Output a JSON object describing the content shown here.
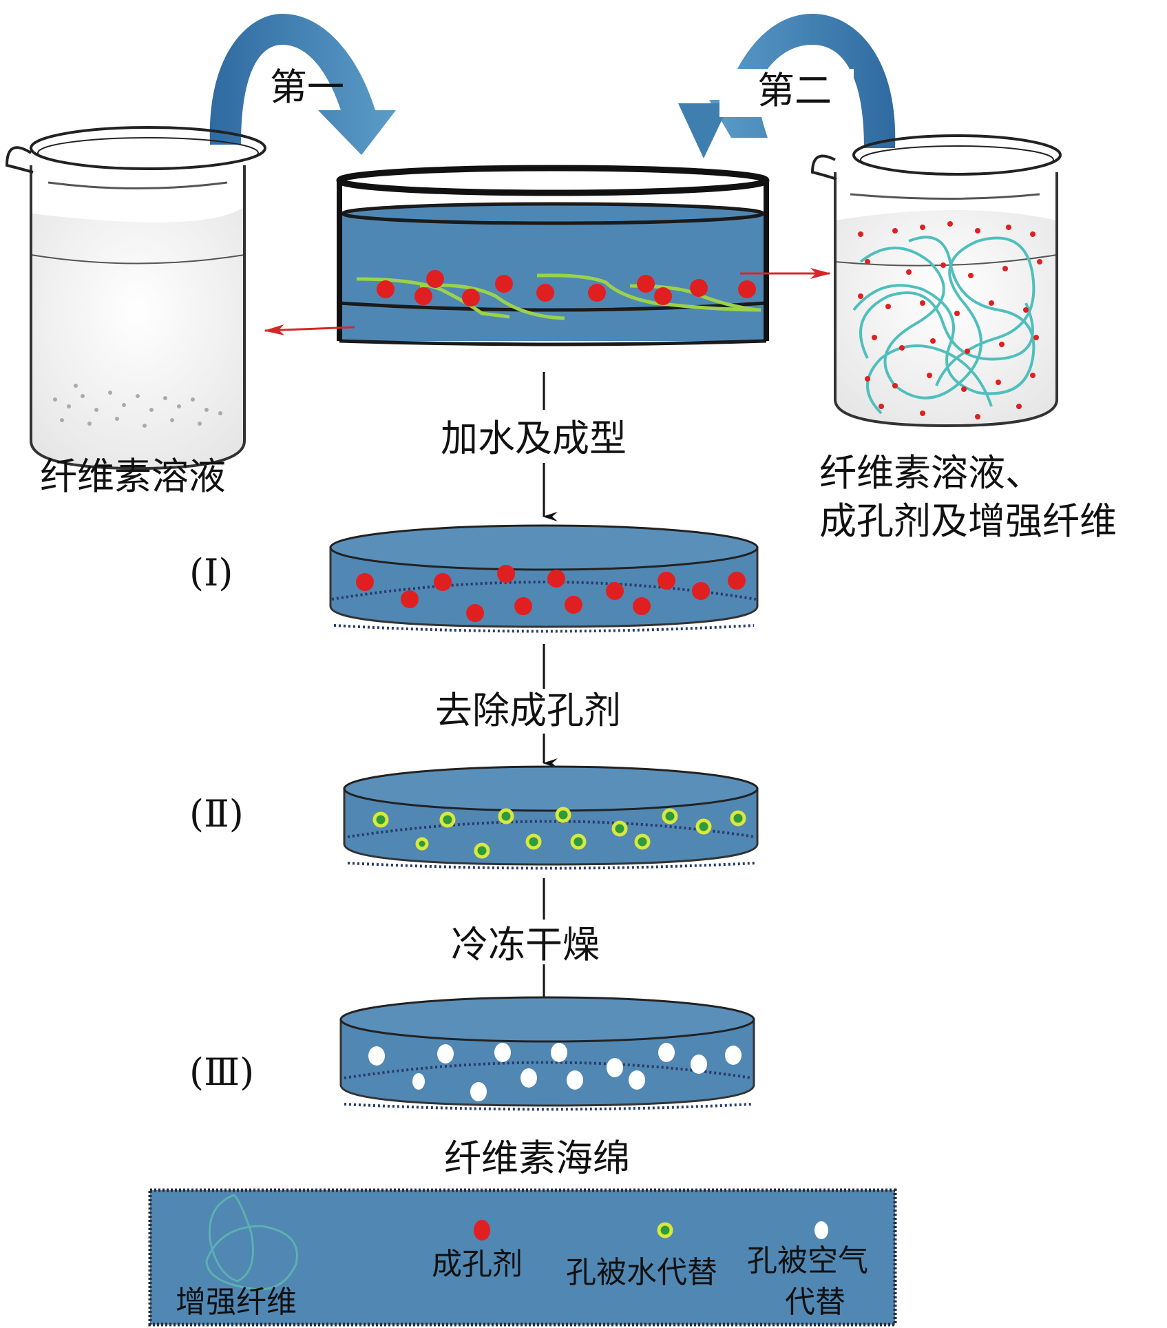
{
  "diagram": {
    "steps": {
      "first": "第一",
      "second": "第二"
    },
    "beakers": {
      "left_label": "纤维素溶液",
      "right_label_line1": "纤维素溶液、",
      "right_label_line2": "成孔剂及增强纤维"
    },
    "process": [
      {
        "label": "加水及成型"
      },
      {
        "label": "去除成孔剂"
      },
      {
        "label": "冷冻干燥"
      }
    ],
    "stages": [
      {
        "numeral": "(Ⅰ)"
      },
      {
        "numeral": "(Ⅱ)"
      },
      {
        "numeral": "(Ⅲ)"
      }
    ],
    "result_label": "纤维素海绵",
    "legend": [
      {
        "label": "增强纤维",
        "icon": "fiber-icon"
      },
      {
        "label": "成孔剂",
        "icon": "red-dot-icon"
      },
      {
        "label": "孔被水代替",
        "icon": "green-ring-dot-icon"
      },
      {
        "label_line1": "孔被空气",
        "label_line2": "代替",
        "icon": "white-dot-icon"
      }
    ],
    "colors": {
      "dish_blue": "#4f87b4",
      "arrow_blue": "#3f7fb0",
      "porogen_red": "#e02020",
      "fiber_green": "#9bd24b",
      "fiber_teal": "#4fbfbd",
      "water_pore_yellow": "#d8e83c",
      "water_pore_green": "#2e9a3c",
      "air_pore_white": "#ffffff",
      "transfer_arrow_red": "#d42828"
    }
  }
}
